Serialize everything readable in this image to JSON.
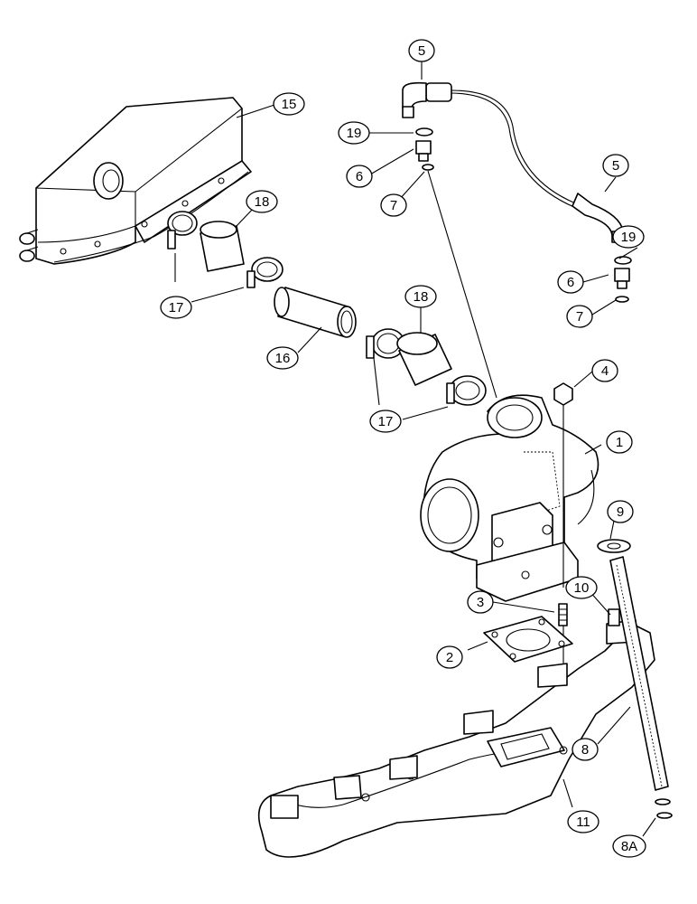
{
  "callouts": [
    {
      "id": "c1",
      "label": "1"
    },
    {
      "id": "c2",
      "label": "2"
    },
    {
      "id": "c3",
      "label": "3"
    },
    {
      "id": "c4",
      "label": "4"
    },
    {
      "id": "c5a",
      "label": "5"
    },
    {
      "id": "c5b",
      "label": "5"
    },
    {
      "id": "c6a",
      "label": "6"
    },
    {
      "id": "c6b",
      "label": "6"
    },
    {
      "id": "c7a",
      "label": "7"
    },
    {
      "id": "c7b",
      "label": "7"
    },
    {
      "id": "c8",
      "label": "8"
    },
    {
      "id": "c8a",
      "label": "8A"
    },
    {
      "id": "c9",
      "label": "9"
    },
    {
      "id": "c10",
      "label": "10"
    },
    {
      "id": "c11",
      "label": "11"
    },
    {
      "id": "c15",
      "label": "15"
    },
    {
      "id": "c16",
      "label": "16"
    },
    {
      "id": "c17a",
      "label": "17"
    },
    {
      "id": "c17b",
      "label": "17"
    },
    {
      "id": "c18a",
      "label": "18"
    },
    {
      "id": "c18b",
      "label": "18"
    },
    {
      "id": "c19a",
      "label": "19"
    },
    {
      "id": "c19b",
      "label": "19"
    }
  ]
}
